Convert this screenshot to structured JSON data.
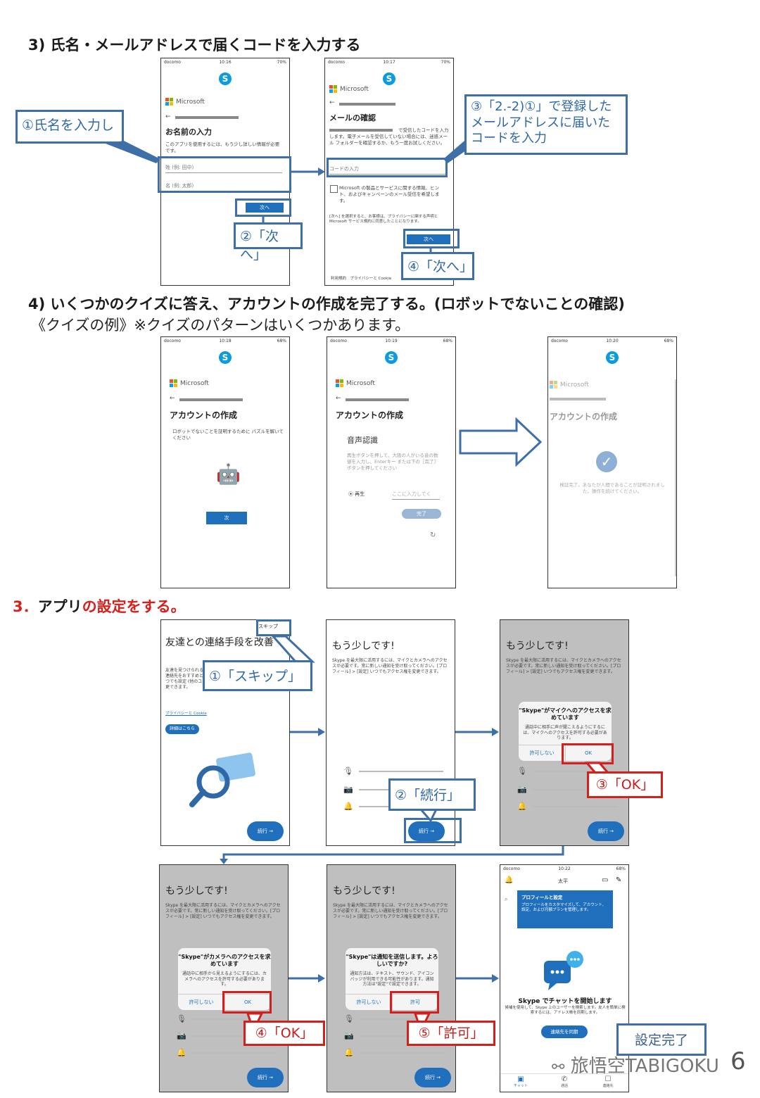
{
  "section3": {
    "heading": "3) 氏名・メールアドレスで届くコードを入力する"
  },
  "section4": {
    "heading": "4) いくつかのクイズに答え、アカウントの作成を完了する。(ロボットでないことの確認)",
    "subheading": "《クイズの例》※クイズのパターンはいくつかあります。"
  },
  "section5": {
    "num": "3．",
    "black": "アプリ",
    "red": "の設定をする。"
  },
  "colors": {
    "accent_blue": "#1f6fbd",
    "callout_blue": "#3f6fa8",
    "callout_red": "#d41f1f",
    "heading_red": "#d6201c"
  },
  "phone1": {
    "carrier": "docomo",
    "time": "10:16",
    "battery": "70%",
    "brand": "Microsoft",
    "title": "お名前の入力",
    "desc": "このアプリを使用するには、もう少し詳しい情報が必要です。",
    "surname_placeholder": "姓 (例: 田中)",
    "given_placeholder": "名 (例: 太郎)",
    "next": "次へ"
  },
  "phone2": {
    "carrier": "docomo",
    "time": "10:17",
    "battery": "70%",
    "brand": "Microsoft",
    "title": "メールの確認",
    "desc": "で受信したコードを入力します。電子メールを受信していない場合には、迷惑メール フォルダーを確認するか、もう一度お試しください。",
    "code_placeholder": "コードの入力",
    "checkbox_label": "Microsoft の製品とサービスに関する情報、ヒント、およびキャンペーンのメール受信を希望します。",
    "legal": "[次へ] を選択すると、お客様は、プライバシーに関する声明と Microsoft サービス規約に同意したことになります。",
    "next": "次へ",
    "footer": "利用規約　プライバシーと Cookie"
  },
  "callouts1": {
    "name": "①氏名を入力し",
    "next1": "②「次へ」",
    "code": "③「2.-2)①」で登録したメールアドレスに届いたコードを入力",
    "next2": "④「次へ」"
  },
  "phone3": {
    "carrier": "docomo",
    "time": "10:18",
    "battery": "68%",
    "brand": "Microsoft",
    "title": "アカウントの作成",
    "desc": "ロボットでないことを証明するために パズルを解いてください",
    "next": "次"
  },
  "phone4": {
    "carrier": "docomo",
    "time": "10:19",
    "battery": "68%",
    "brand": "Microsoft",
    "title": "アカウントの作成",
    "subtitle": "音声認識",
    "desc": "再生ボタンを押して、大阪の人がいる音の数値を入力し、Enterキー または下の［完了］ボタンを押してください",
    "play": "再生",
    "input_placeholder": "ここに入力してく",
    "done": "完了"
  },
  "phone5": {
    "carrier": "docomo",
    "time": "10:20",
    "battery": "68%",
    "brand": "Microsoft",
    "title": "アカウントの作成",
    "desc": "検証完了。あなたが人間であることが証明されました。操作を続けてください。"
  },
  "setup1": {
    "skip": "スキップ",
    "title": "友達との連絡手段を改善",
    "desc": "友達を見つけられるように、連絡先を同期して、保存します。連絡先をおすすめとして表示しますか？[設定] > [連絡先] でいつでも設定 (他のユーザーがあなたを見つける方法など) を変更できます。",
    "link": "プライバシーと Cookie",
    "details": "詳細はこちら",
    "continue": "続行 →"
  },
  "setup_common": {
    "title": "もう少しです!",
    "desc": "Skype を最大限に活用するには、マイクとカメラへのアクセスが必要です。常に新しい通知を受け取ってください。[プロフィール] > [設定] いつでもアクセス権を変更できます。",
    "continue": "続行 →"
  },
  "dialog_mic": {
    "title": "\"Skype\"がマイクへのアクセスを求めています",
    "desc": "通話中に相手に声が聞こえるようにするには、マイクへのアクセスを許可する必要があります。",
    "deny": "許可しない",
    "ok": "OK"
  },
  "dialog_camera": {
    "title": "\"Skype\"がカメラへのアクセスを求めています",
    "desc": "通話中に相手から見えるようにするには、カメラへのアクセスを許可する必要があります。",
    "deny": "許可しない",
    "ok": "OK"
  },
  "dialog_notify": {
    "title": "\"Skype\"は通知を送信します。よろしいですか?",
    "desc": "通知方法は、テキスト、サウンド、アイコンバッジが利用できる可能性があります。通知方法は\"設定\"で設定できます。",
    "deny": "許可しない",
    "ok": "許可"
  },
  "callouts2": {
    "skip": "①「スキップ」",
    "continue": "②「続行」",
    "ok1": "③「OK」",
    "ok2": "④「OK」",
    "allow": "⑤「許可」",
    "done": "設定完了"
  },
  "final": {
    "carrier": "docomo",
    "time": "10:22",
    "battery": "68%",
    "user": "太平",
    "tooltip_title": "プロフィールと設定",
    "tooltip_desc": "プロフィールをカスタマイズして、アカウント、設定、および月額プランを管理します。",
    "chat_title": "Skype でチャットを開始します",
    "chat_desc": "候補を使用して、Skype 上のユーザーを検索します。友人を簡単に検索するには、アドレス帳を同期します。",
    "sync": "連絡先を同期",
    "nav_chat": "チャット",
    "nav_calls": "通話",
    "nav_contacts": "連絡先"
  },
  "watermark": "旅悟空TABIGOKU",
  "page_number": "6"
}
